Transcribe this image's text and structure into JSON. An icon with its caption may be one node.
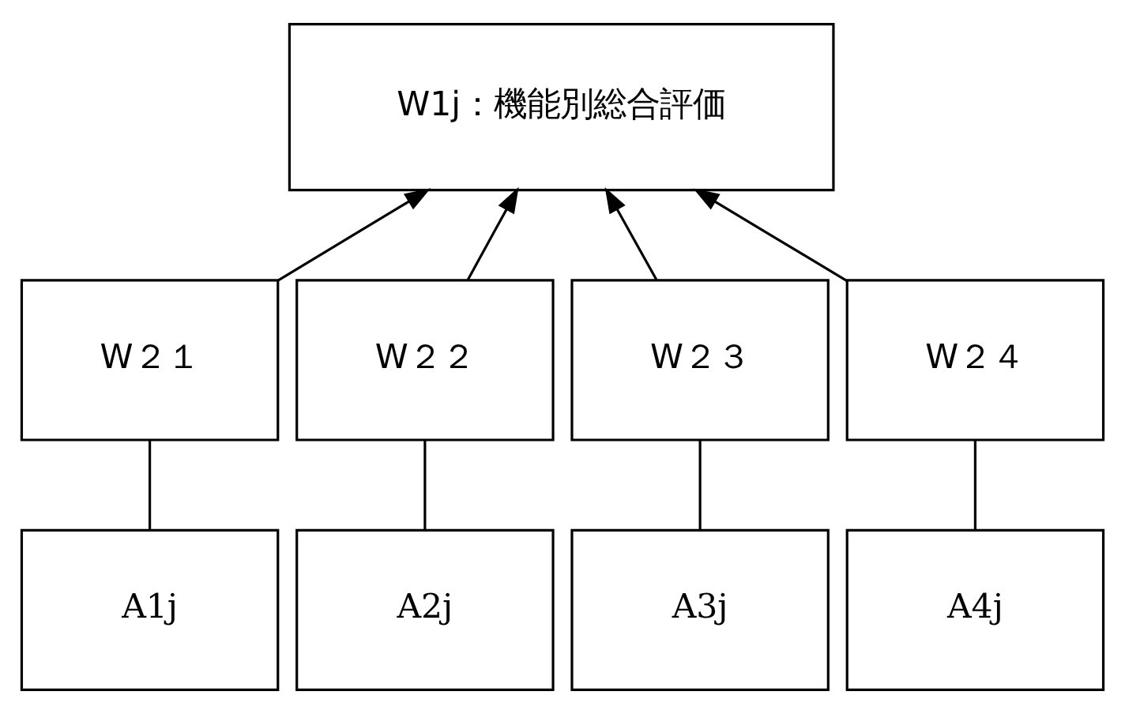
{
  "diagram": {
    "nodes": [
      {
        "text": [
          "W1j：機能別総合評価"
        ]
      },
      {
        "text": [
          "W２１"
        ]
      },
      {
        "text": [
          "W２２"
        ]
      },
      {
        "text": [
          "W２３"
        ]
      },
      {
        "text": [
          "W２４"
        ]
      },
      {
        "text": [
          "A1j"
        ]
      },
      {
        "text": [
          "A2j"
        ]
      },
      {
        "text": [
          "A3j"
        ]
      },
      {
        "text": [
          "A4j"
        ]
      }
    ],
    "edges": [
      {
        "from": 1,
        "to": 0,
        "arrow": "to"
      },
      {
        "from": 2,
        "to": 0,
        "arrow": "to"
      },
      {
        "from": 3,
        "to": 0,
        "arrow": "to"
      },
      {
        "from": 4,
        "to": 0,
        "arrow": "to"
      },
      {
        "from": 1,
        "to": 5,
        "arrow": "none"
      },
      {
        "from": 2,
        "to": 6,
        "arrow": "none"
      },
      {
        "from": 3,
        "to": 7,
        "arrow": "none"
      },
      {
        "from": 4,
        "to": 8,
        "arrow": "none"
      }
    ]
  }
}
